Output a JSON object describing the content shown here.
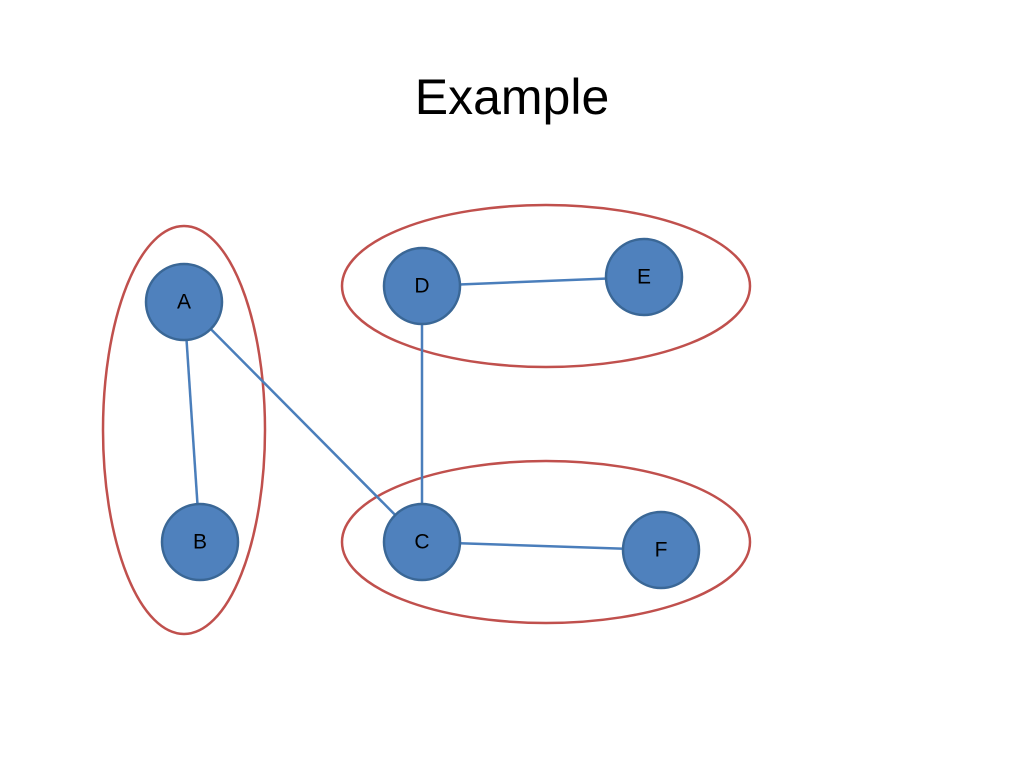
{
  "title": "Example",
  "colors": {
    "node_fill": "#4f81bd",
    "node_stroke": "#3a6796",
    "edge": "#4a7ebb",
    "group_outline": "#c0504d",
    "node_text": "#000000"
  },
  "nodes": [
    {
      "id": "A",
      "label": "A"
    },
    {
      "id": "B",
      "label": "B"
    },
    {
      "id": "C",
      "label": "C"
    },
    {
      "id": "D",
      "label": "D"
    },
    {
      "id": "E",
      "label": "E"
    },
    {
      "id": "F",
      "label": "F"
    }
  ],
  "edges": [
    {
      "from": "A",
      "to": "B"
    },
    {
      "from": "A",
      "to": "C"
    },
    {
      "from": "D",
      "to": "E"
    },
    {
      "from": "D",
      "to": "C"
    },
    {
      "from": "C",
      "to": "F"
    }
  ],
  "groups": [
    {
      "id": "group-ab",
      "members": [
        "A",
        "B"
      ]
    },
    {
      "id": "group-de",
      "members": [
        "D",
        "E"
      ]
    },
    {
      "id": "group-cf",
      "members": [
        "C",
        "F"
      ]
    }
  ]
}
